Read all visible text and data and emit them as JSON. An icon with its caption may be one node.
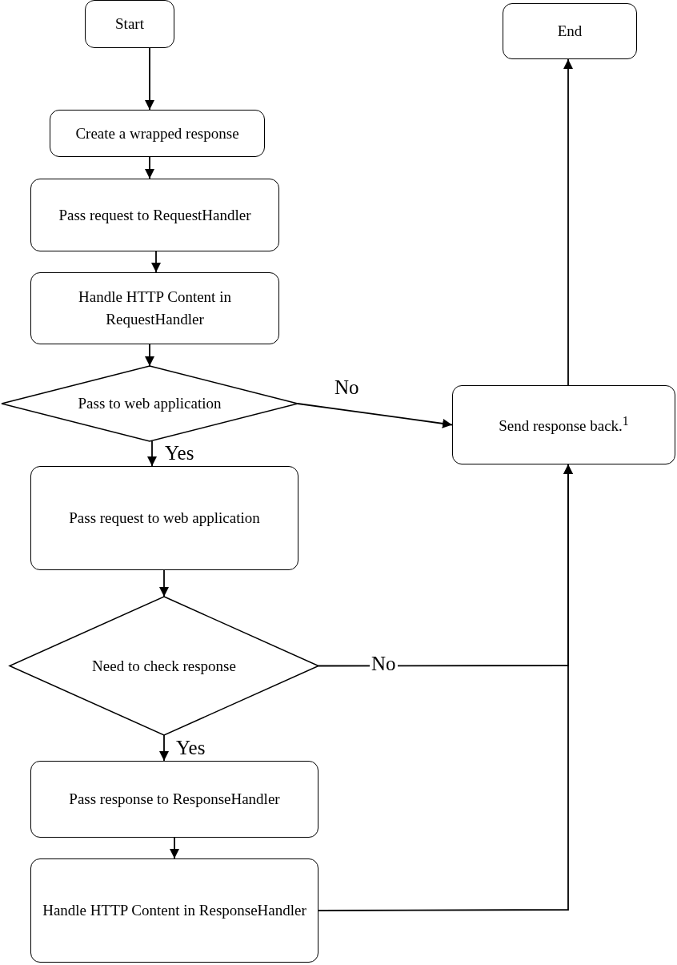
{
  "diagram": {
    "nodes": [
      {
        "text": [
          "Start"
        ]
      },
      {
        "text": [
          "Create a wrapped response"
        ]
      },
      {
        "text": [
          "Pass request to RequestHandler"
        ]
      },
      {
        "text": [
          "Handle HTTP Content in RequestHandler"
        ]
      },
      {
        "text": [
          "Pass to web application"
        ]
      },
      {
        "text": [
          "Pass request to web application"
        ]
      },
      {
        "text": [
          "Need to check response"
        ]
      },
      {
        "text": [
          "Pass response to ResponseHandler"
        ]
      },
      {
        "text": [
          "Handle HTTP Content in ResponseHandler"
        ]
      },
      {
        "text": [
          "Send response back.$^{1}$"
        ]
      },
      {
        "text": [
          "End"
        ]
      }
    ],
    "edges": [
      {
        "from": 0,
        "to": 1,
        "arrow": "to"
      },
      {
        "from": 1,
        "to": 2,
        "arrow": "to"
      },
      {
        "from": 2,
        "to": 3,
        "arrow": "to"
      },
      {
        "from": 3,
        "to": 4,
        "arrow": "to"
      },
      {
        "from": 4,
        "to": 5,
        "arrow": "to",
        "label": "Yes"
      },
      {
        "from": 4,
        "to": 9,
        "arrow": "to",
        "label": "No"
      },
      {
        "from": 5,
        "to": 6,
        "arrow": "to"
      },
      {
        "from": 6,
        "to": 7,
        "arrow": "to",
        "label": "Yes"
      },
      {
        "from": 6,
        "to": 9,
        "arrow": "to",
        "label": "No"
      },
      {
        "from": 7,
        "to": 8,
        "arrow": "to"
      },
      {
        "from": 8,
        "to": 9,
        "arrow": "to"
      },
      {
        "from": 9,
        "to": 10,
        "arrow": "to"
      }
    ]
  }
}
